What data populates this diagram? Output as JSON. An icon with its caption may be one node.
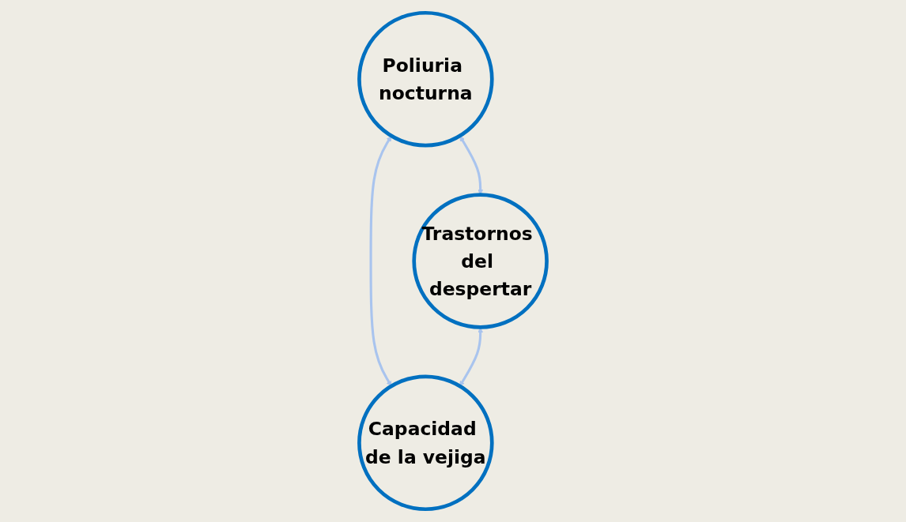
{
  "diagram": {
    "nodes": [
      {
        "text": [
          "Poliuria nocturna"
        ]
      },
      {
        "text": [
          "Trastornos del despertar"
        ]
      },
      {
        "text": [
          "Capacidad de la vejiga"
        ]
      }
    ],
    "edges": [
      {
        "from": 0,
        "to": 1,
        "arrow": "both"
      },
      {
        "from": 0,
        "to": 2,
        "arrow": "both"
      },
      {
        "from": 1,
        "to": 2,
        "arrow": "both"
      }
    ]
  }
}
